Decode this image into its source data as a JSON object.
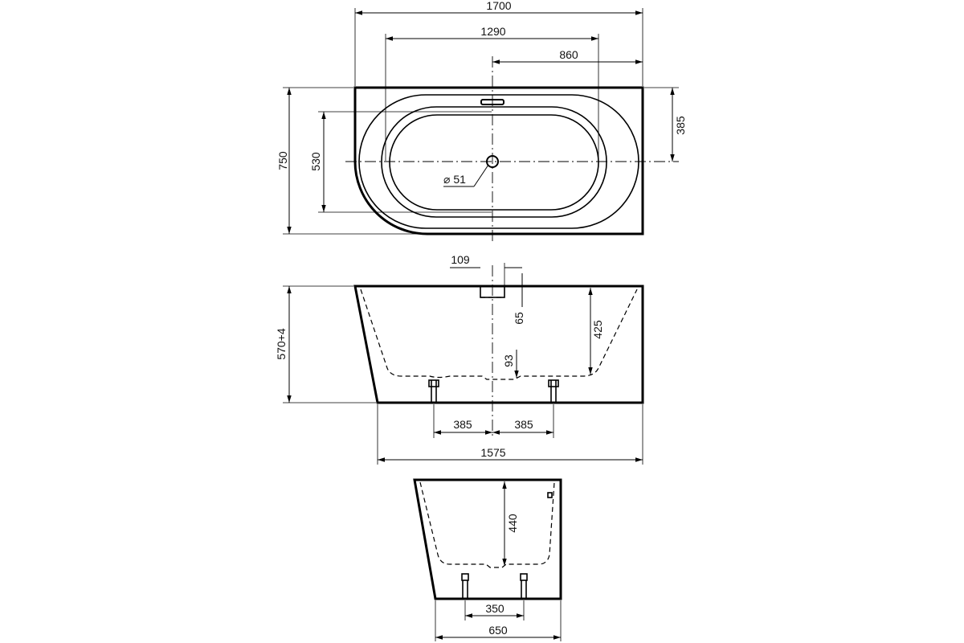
{
  "top_view": {
    "overall_length": "1700",
    "inner_length": "1290",
    "drain_to_edge": "860",
    "overall_width": "750",
    "inner_width": "530",
    "drain_offset": "385",
    "drain_diameter": "⌀ 51"
  },
  "side_view": {
    "overflow_width": "109",
    "overflow_height": "65",
    "inner_depth": "425",
    "drain_depth": "93",
    "total_height": "570+4",
    "leg_spacing_left": "385",
    "leg_spacing_right": "385",
    "base_length": "1575"
  },
  "end_view": {
    "inner_depth": "440",
    "leg_spacing": "350",
    "base_width": "650"
  }
}
